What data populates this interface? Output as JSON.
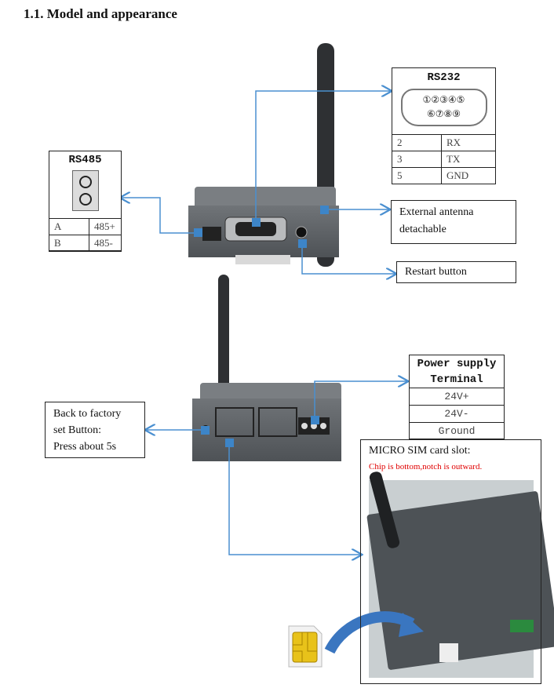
{
  "title": "1.1. Model and appearance",
  "rs232": {
    "header": "RS232",
    "pins_row1": [
      "①",
      "②",
      "③",
      "④",
      "⑤"
    ],
    "pins_row2": [
      "⑥",
      "⑦",
      "⑧",
      "⑨"
    ],
    "rows": [
      {
        "pin": "2",
        "signal": "RX"
      },
      {
        "pin": "3",
        "signal": "TX"
      },
      {
        "pin": "5",
        "signal": "GND"
      }
    ]
  },
  "rs485": {
    "header": "RS485",
    "rows": [
      {
        "pin": "A",
        "signal": "485+"
      },
      {
        "pin": "B",
        "signal": "485-"
      }
    ]
  },
  "antenna": {
    "line1": "External antenna",
    "line2": "detachable"
  },
  "restart": {
    "label": "Restart button"
  },
  "power": {
    "header_line1": "Power supply",
    "header_line2": "Terminal",
    "rows": [
      "24V+",
      "24V-",
      "Ground"
    ]
  },
  "factory": {
    "line1": "Back to factory",
    "line2": "set Button:",
    "line3": "Press about 5s"
  },
  "sim": {
    "title": "MICRO SIM card slot:",
    "note": "Chip is bottom,notch is outward."
  },
  "colors": {
    "arrow": "#4a8fd0",
    "device": "#5e6266",
    "marker": "#3d85c8",
    "note": "#e00000"
  }
}
